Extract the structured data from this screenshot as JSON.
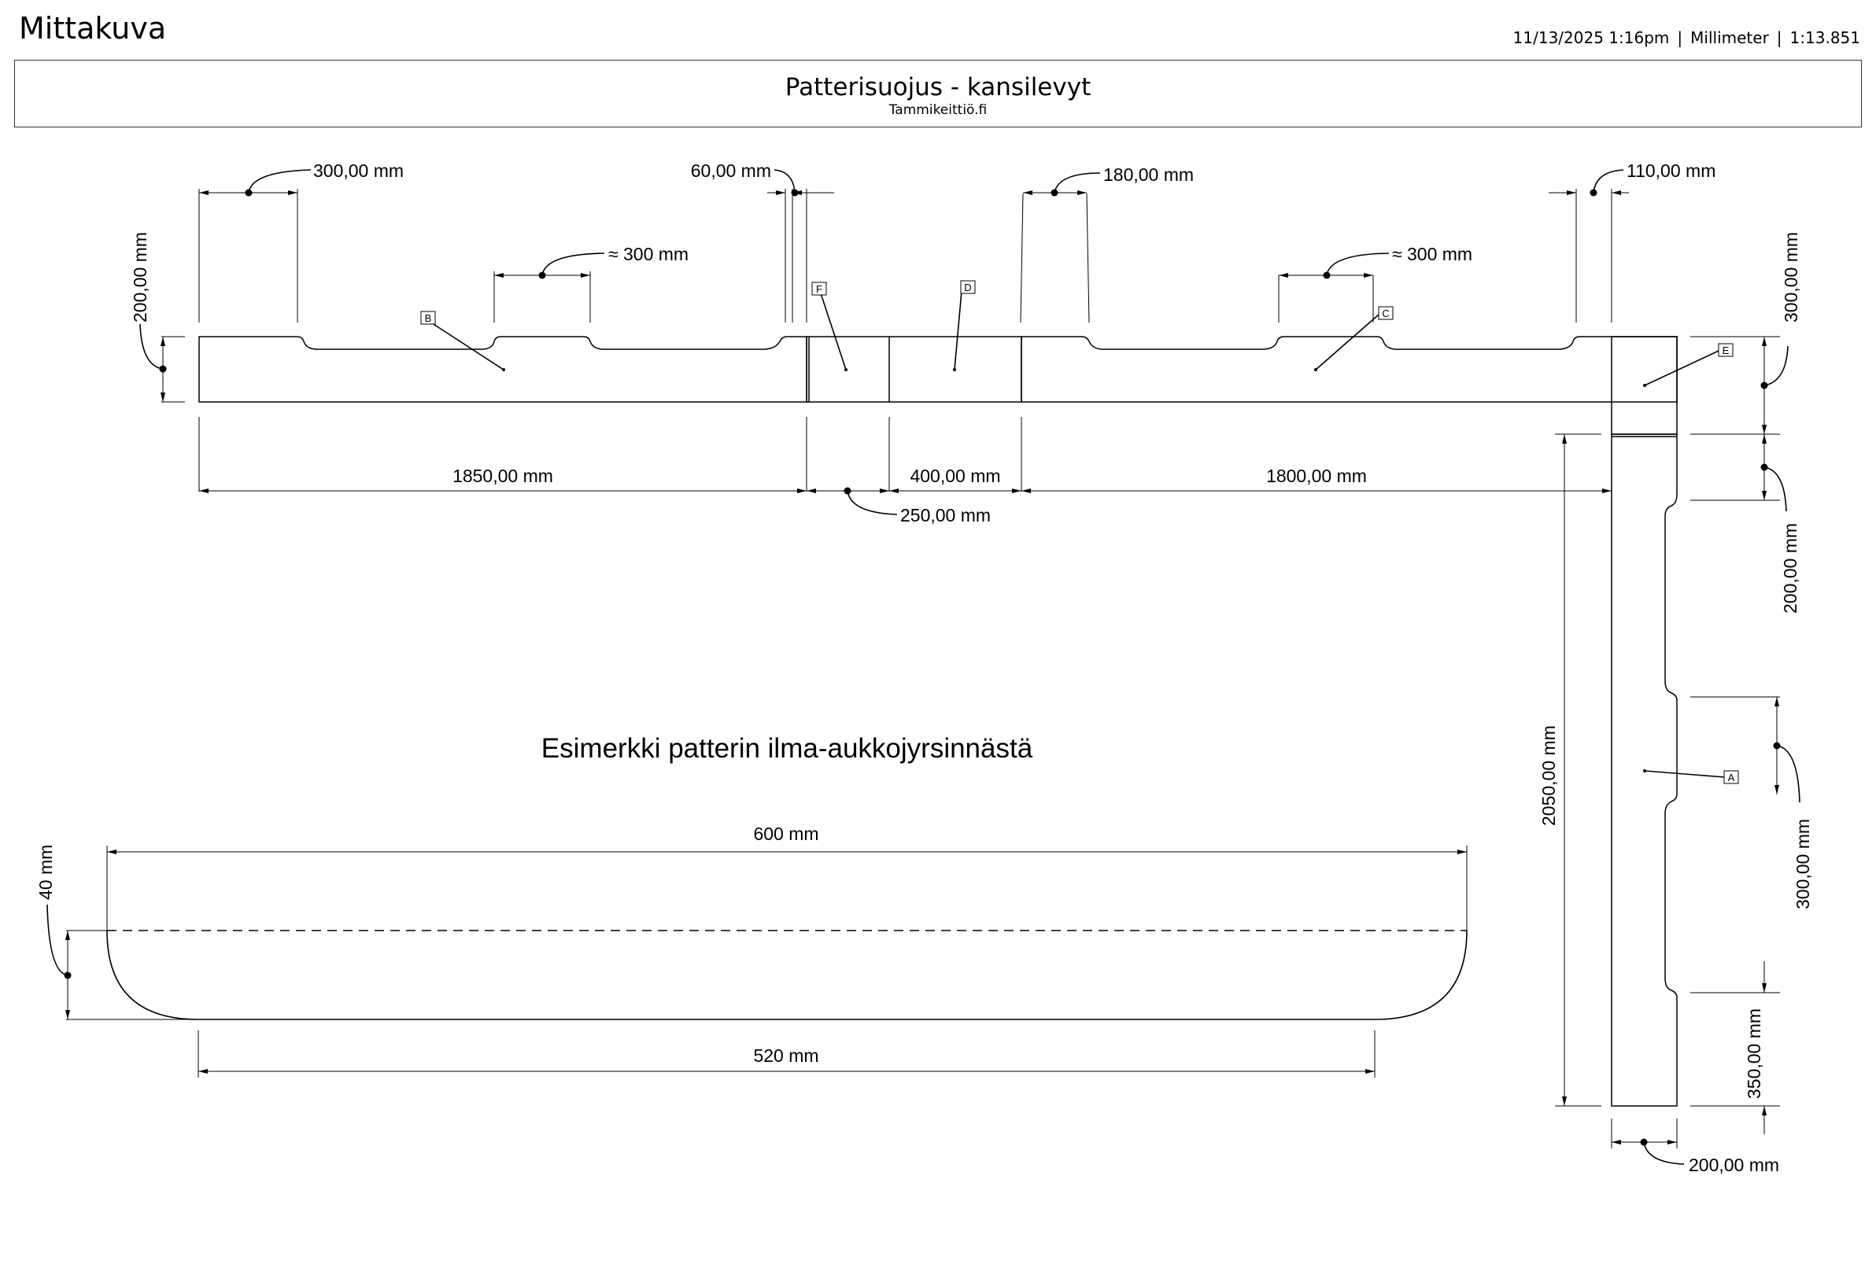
{
  "header": {
    "title": "Mittakuva",
    "date": "11/13/2025 1:16pm",
    "units": "Millimeter",
    "scale": "1:13.851"
  },
  "title_block": {
    "title": "Patterisuojus - kansilevyt",
    "subtitle": "Tammikeittiö.fi"
  },
  "dimensions": {
    "slot_width_b": "300,00 mm",
    "slot_spacing_b": "≈ 300 mm",
    "gap_f": "60,00 mm",
    "slot_width_c": "180,00 mm",
    "slot_spacing_c": "≈ 300 mm",
    "gap_e": "110,00 mm",
    "height_left": "200,00 mm",
    "height_e": "300,00 mm",
    "length_b": "1850,00 mm",
    "length_f": "250,00 mm",
    "length_d": "400,00 mm",
    "length_c": "1800,00 mm",
    "a_top_offset": "200,00 mm",
    "a_slot": "300,00 mm",
    "a_bottom": "350,00 mm",
    "a_length": "2050,00 mm",
    "a_width": "200,00 mm"
  },
  "part_labels": [
    "A",
    "B",
    "C",
    "D",
    "E",
    "F"
  ],
  "detail": {
    "title": "Esimerkki patterin ilma-aukkojyrsinnästä",
    "top_width": "600 mm",
    "bottom_width": "520 mm",
    "depth": "40 mm"
  }
}
